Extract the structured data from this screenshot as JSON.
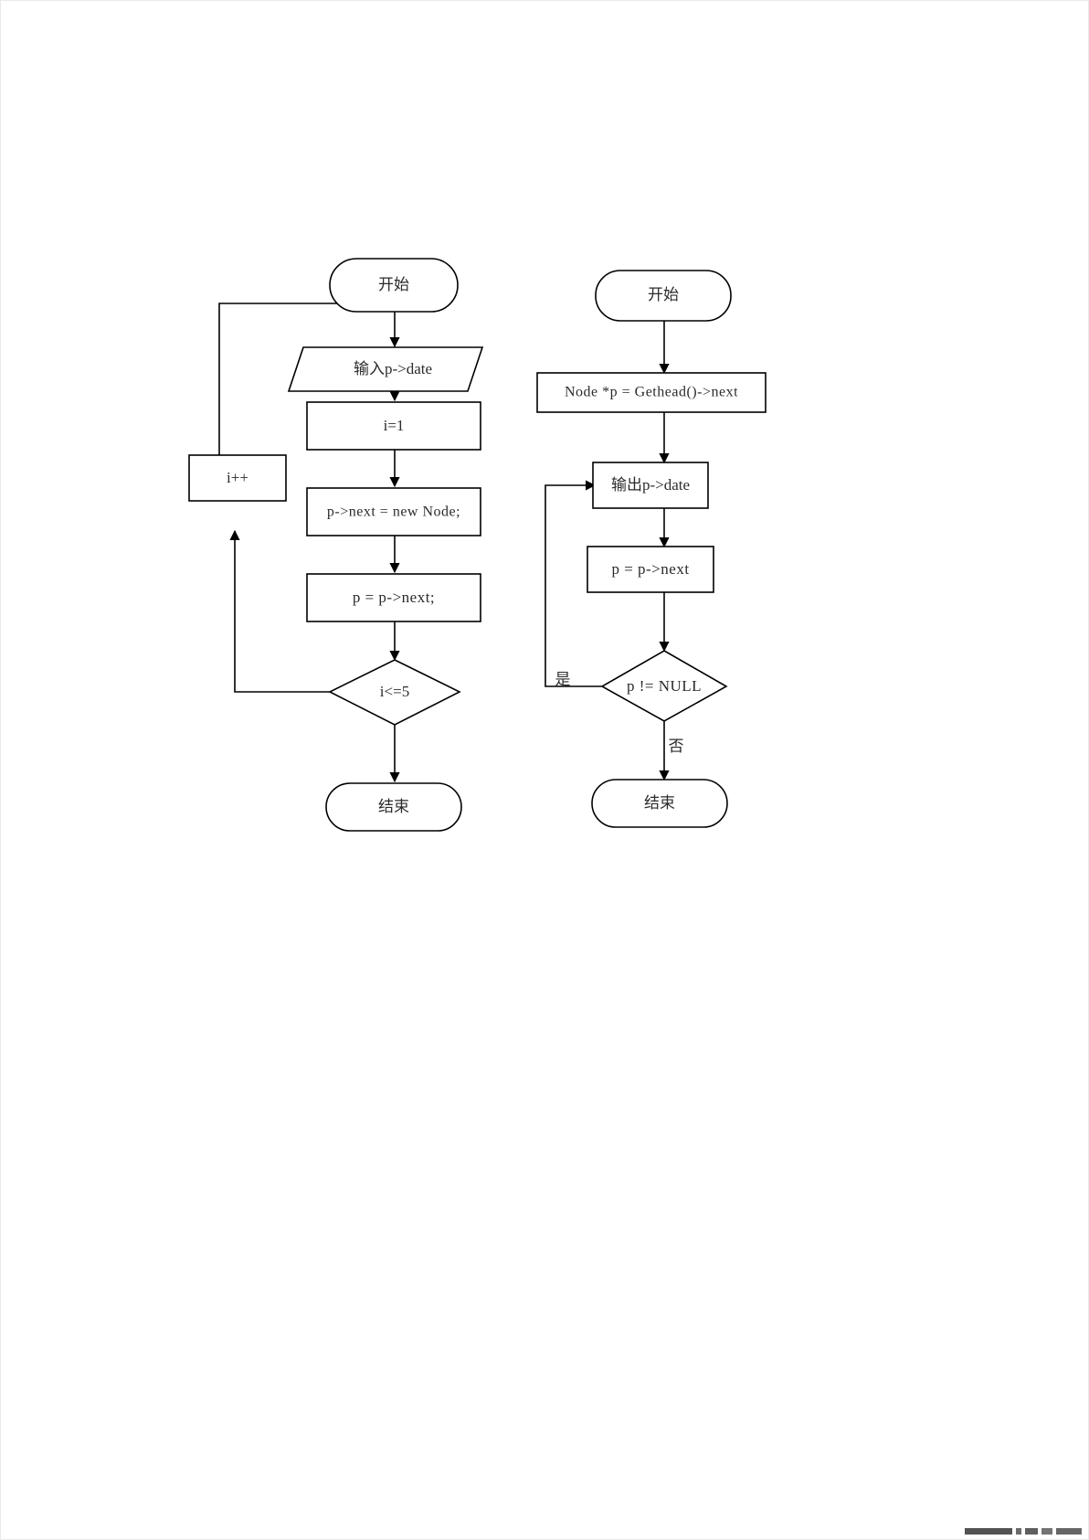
{
  "document": {
    "type": "flowchart-diagram",
    "background_color": "#ffffff",
    "stroke_color": "#000000",
    "text_color": "#2b2b2b",
    "charts_count": 2
  },
  "chart_data": {
    "type": "diagram",
    "title": "",
    "flowcharts": [
      {
        "id": "left-flowchart",
        "name": "linked-list-build",
        "nodes": [
          {
            "id": "l-start",
            "shape": "terminator",
            "label": "开始"
          },
          {
            "id": "l-input",
            "shape": "parallelogram",
            "label": "输入p->date"
          },
          {
            "id": "l-init",
            "shape": "process",
            "label": "i=1"
          },
          {
            "id": "l-newnode",
            "shape": "process",
            "label": "p->next = new Node;"
          },
          {
            "id": "l-advance",
            "shape": "process",
            "label": "p = p->next;"
          },
          {
            "id": "l-cond",
            "shape": "decision",
            "label": "i<=5"
          },
          {
            "id": "l-inc",
            "shape": "process",
            "label": "i++"
          },
          {
            "id": "l-end",
            "shape": "terminator",
            "label": "结束"
          }
        ],
        "edges": [
          {
            "from": "l-start",
            "to": "l-input",
            "label": ""
          },
          {
            "from": "l-input",
            "to": "l-init",
            "label": ""
          },
          {
            "from": "l-init",
            "to": "l-newnode",
            "label": ""
          },
          {
            "from": "l-newnode",
            "to": "l-advance",
            "label": ""
          },
          {
            "from": "l-advance",
            "to": "l-cond",
            "label": ""
          },
          {
            "from": "l-cond",
            "to": "l-inc",
            "label": ""
          },
          {
            "from": "l-inc",
            "to": "l-input",
            "label": ""
          },
          {
            "from": "l-cond",
            "to": "l-end",
            "label": ""
          }
        ]
      },
      {
        "id": "right-flowchart",
        "name": "linked-list-traverse",
        "nodes": [
          {
            "id": "r-start",
            "shape": "terminator",
            "label": "开始"
          },
          {
            "id": "r-init",
            "shape": "process",
            "label": "Node *p = Gethead()->next"
          },
          {
            "id": "r-output",
            "shape": "process",
            "label": "输出p->date"
          },
          {
            "id": "r-advance",
            "shape": "process",
            "label": "p = p->next"
          },
          {
            "id": "r-cond",
            "shape": "decision",
            "label": "p != NULL"
          },
          {
            "id": "r-end",
            "shape": "terminator",
            "label": "结束"
          }
        ],
        "edges": [
          {
            "from": "r-start",
            "to": "r-init",
            "label": ""
          },
          {
            "from": "r-init",
            "to": "r-output",
            "label": ""
          },
          {
            "from": "r-output",
            "to": "r-advance",
            "label": ""
          },
          {
            "from": "r-advance",
            "to": "r-cond",
            "label": ""
          },
          {
            "from": "r-cond",
            "to": "r-output",
            "label": "是"
          },
          {
            "from": "r-cond",
            "to": "r-end",
            "label": "否"
          }
        ]
      }
    ]
  },
  "left_chart": {
    "start": "开始",
    "input": "输入p->date",
    "init": "i=1",
    "new_node": "p->next = new Node;",
    "advance": "p = p->next;",
    "condition": "i<=5",
    "increment": "i++",
    "end": "结束"
  },
  "right_chart": {
    "start": "开始",
    "init": "Node *p = Gethead()->next",
    "output": "输出p->date",
    "advance": "p = p->next",
    "condition": "p != NULL",
    "label_yes": "是",
    "label_no": "否",
    "end": "结束"
  }
}
